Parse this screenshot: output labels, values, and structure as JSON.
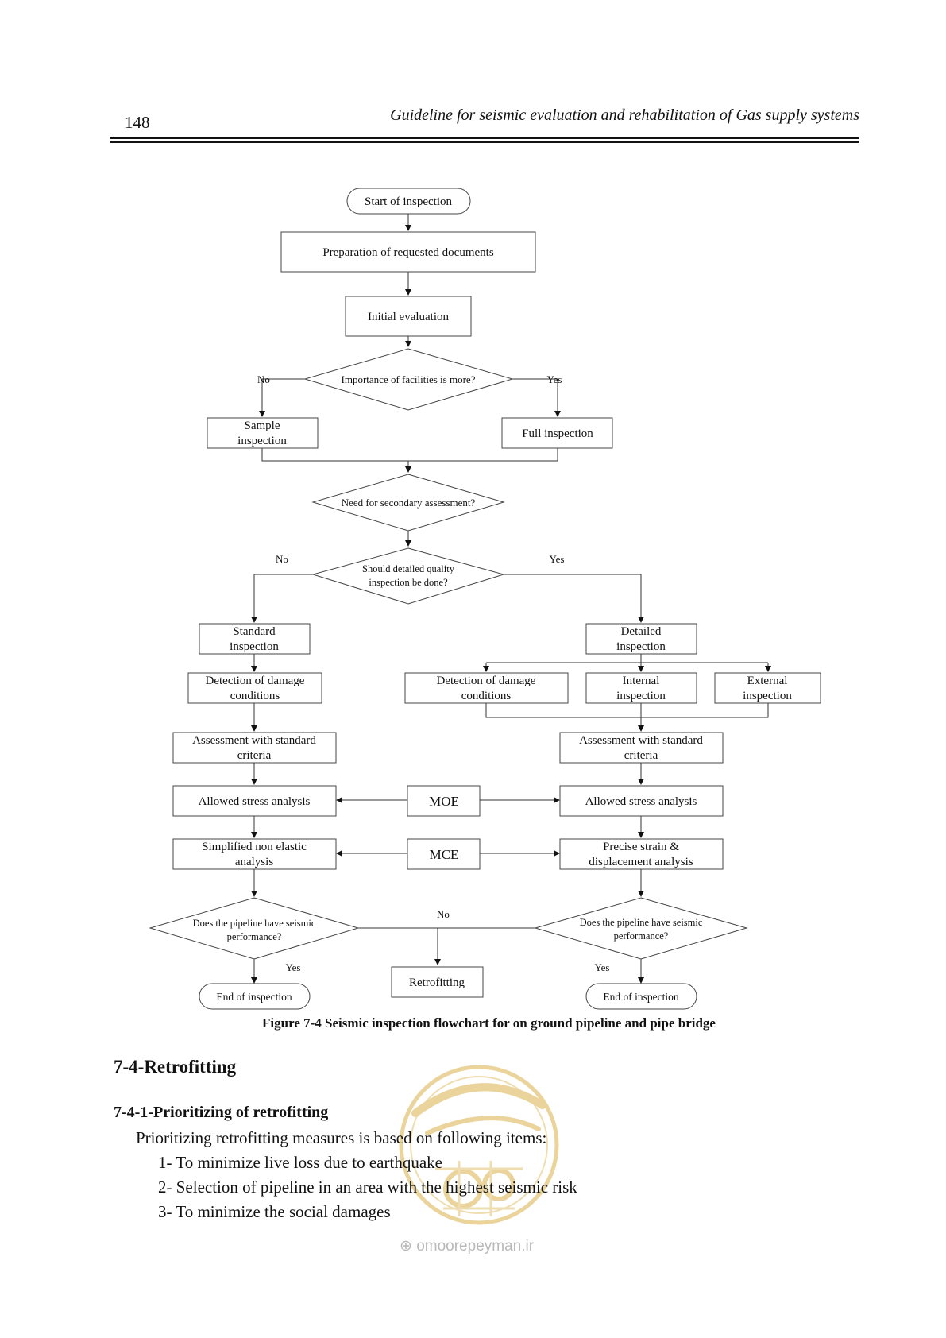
{
  "header": {
    "page_number": "148",
    "title": "Guideline for seismic evaluation and rehabilitation of Gas supply systems"
  },
  "flowchart": {
    "start": "Start of inspection",
    "prep_docs": "Preparation of requested documents",
    "initial_eval": "Initial evaluation",
    "decision_importance": "Importance of facilities is more?",
    "label_no_1": "No",
    "label_yes_1": "Yes",
    "sample_line1": "Sample",
    "sample_line2": "inspection",
    "full_inspection": "Full inspection",
    "decision_secondary": "Need for secondary assessment?",
    "decision_quality_line1": "Should detailed quality",
    "decision_quality_line2": "inspection be done?",
    "label_no_2": "No",
    "label_yes_2": "Yes",
    "standard_line1": "Standard",
    "standard_line2": "inspection",
    "detailed_line1": "Detailed",
    "detailed_line2": "inspection",
    "detect_left_line1": "Detection of damage",
    "detect_left_line2": "conditions",
    "detect_right_line1": "Detection of damage",
    "detect_right_line2": "conditions",
    "internal_line1": "Internal",
    "internal_line2": "inspection",
    "external_line1": "External",
    "external_line2": "inspection",
    "assess_left_line1": "Assessment with standard",
    "assess_left_line2": "criteria",
    "assess_right_line1": "Assessment with standard",
    "assess_right_line2": "criteria",
    "stress_left": "Allowed stress analysis",
    "moe": "MOE",
    "stress_right": "Allowed stress analysis",
    "simplified_line1": "Simplified non elastic",
    "simplified_line2": "analysis",
    "mce": "MCE",
    "precise_line1": "Precise strain &",
    "precise_line2": "displacement analysis",
    "perf_left_line1": "Does the pipeline have seismic",
    "perf_left_line2": "performance?",
    "perf_right_line1": "Does the pipeline have seismic",
    "perf_right_line2": "performance?",
    "label_no_3": "No",
    "label_yes_left": "Yes",
    "label_yes_right": "Yes",
    "retrofitting": "Retrofitting",
    "end_left": "End of inspection",
    "end_right": "End of inspection"
  },
  "caption": "Figure 7-4 Seismic inspection flowchart for on ground pipeline and pipe bridge",
  "section": {
    "heading": "7-4-Retrofitting",
    "subheading": "7-4-1-Prioritizing of retrofitting",
    "intro": "Prioritizing retrofitting measures is based on following items:",
    "items": [
      "1- To minimize live loss due to earthquake",
      "2- Selection of pipeline in an area with the highest seismic risk",
      "3- To minimize the social damages"
    ]
  },
  "watermark": {
    "text": "omoorepeyman.ir",
    "logo_text": "امورپیمان",
    "color": "#d9b24a"
  }
}
